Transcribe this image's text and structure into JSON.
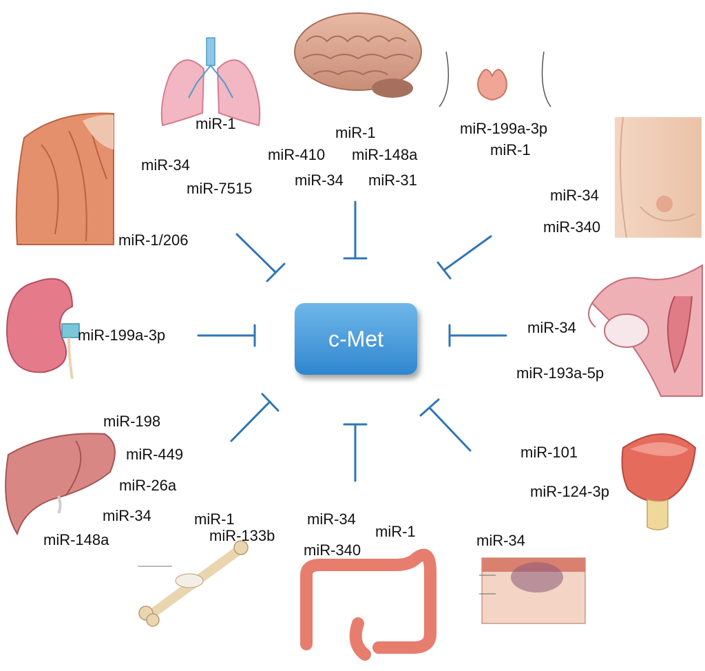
{
  "center": {
    "label": "c-Met",
    "color": "#3a90d6"
  },
  "inhibitor_color": "#2f75b5",
  "groups": [
    {
      "organ": "lung",
      "icon": "lungs-icon",
      "mirnas": [
        "miR-1",
        "miR-34",
        "miR-7515"
      ]
    },
    {
      "organ": "brain",
      "icon": "brain-icon",
      "mirnas": [
        "miR-1",
        "miR-410",
        "miR-148a",
        "miR-34",
        "miR-31"
      ]
    },
    {
      "organ": "thyroid",
      "icon": "thyroid-icon",
      "mirnas": [
        "miR-199a-3p",
        "miR-1"
      ]
    },
    {
      "organ": "muscle",
      "icon": "muscle-icon",
      "mirnas": [
        "miR-1/206"
      ]
    },
    {
      "organ": "breast",
      "icon": "breast-icon",
      "mirnas": [
        "miR-34",
        "miR-340"
      ]
    },
    {
      "organ": "kidney",
      "icon": "kidney-icon",
      "mirnas": [
        "miR-199a-3p"
      ]
    },
    {
      "organ": "ovary",
      "icon": "uterus-ovary-icon",
      "mirnas": [
        "miR-34",
        "miR-193a-5p"
      ]
    },
    {
      "organ": "liver",
      "icon": "liver-icon",
      "mirnas": [
        "miR-198",
        "miR-449",
        "miR-26a",
        "miR-34",
        "miR-148a"
      ]
    },
    {
      "organ": "bone",
      "icon": "bone-icon",
      "mirnas": [
        "miR-1",
        "miR-133b"
      ]
    },
    {
      "organ": "colon",
      "icon": "colon-icon",
      "mirnas": [
        "miR-34",
        "miR-1",
        "miR-340"
      ]
    },
    {
      "organ": "prostate",
      "icon": "prostate-icon",
      "mirnas": [
        "miR-101",
        "miR-124-3p"
      ]
    },
    {
      "organ": "skin",
      "icon": "skin-icon",
      "mirnas": [
        "miR-34"
      ]
    }
  ]
}
